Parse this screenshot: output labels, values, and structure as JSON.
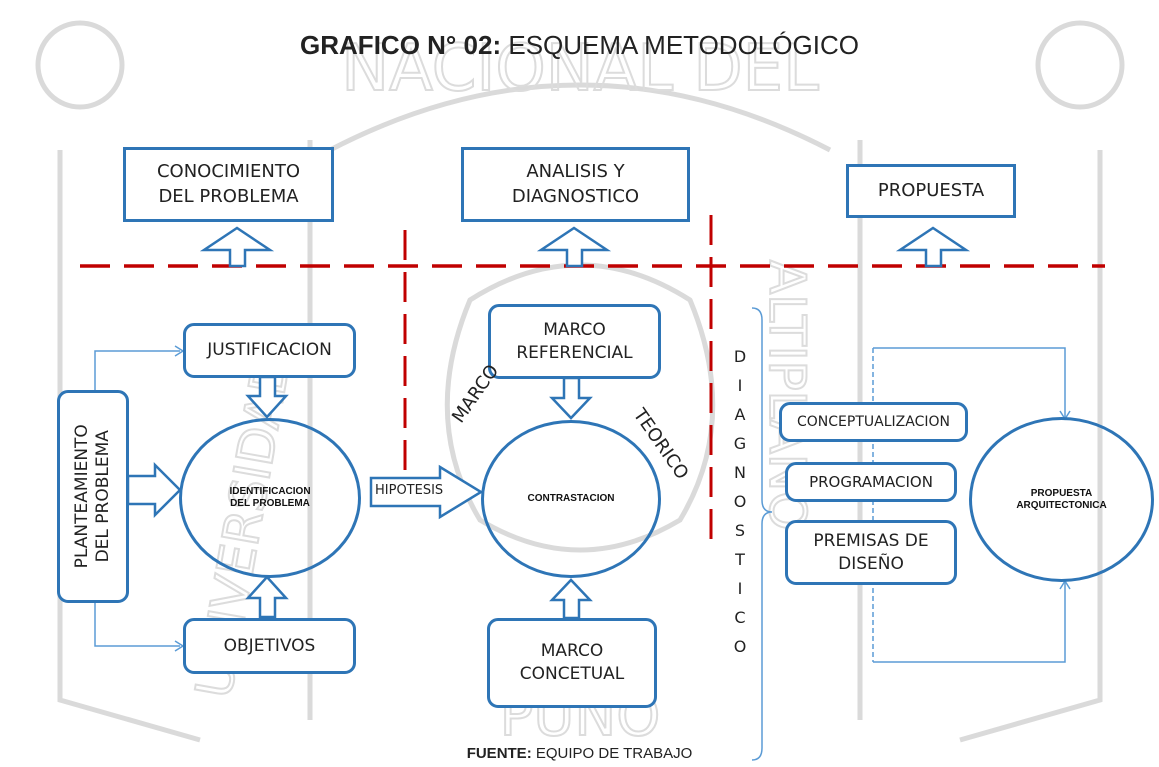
{
  "title": {
    "bold": "GRAFICO N° 02:",
    "rest": "ESQUEMA METODOLÓGICO"
  },
  "footer": {
    "bold": "FUENTE:",
    "rest": "EQUIPO DE TRABAJO"
  },
  "watermark_lines": [
    "NACIONAL DEL",
    "ALTIPLANO",
    "PUNO",
    "UNIVERSIDAD"
  ],
  "stages": [
    "CONOCIMIENTO DEL PROBLEMA",
    "ANALISIS Y DIAGNOSTICO",
    "PROPUESTA"
  ],
  "left": {
    "planteamiento": "PLANTEAMIENTO DEL PROBLEMA",
    "justificacion": "JUSTIFICACION",
    "identificacion": "IDENTIFICACION DEL PROBLEMA",
    "objetivos": "OBJETIVOS"
  },
  "middle": {
    "hipotesis": "HIPOTESIS",
    "marco_referencial": "MARCO REFERENCIAL",
    "contrastacion": "CONTRASTACION",
    "marco_conceptual": "MARCO CONCETUAL",
    "marco": "MARCO",
    "teorico": "TEORICO"
  },
  "right": {
    "diagnostico_letters": [
      "D",
      "I",
      "A",
      "G",
      "N",
      "O",
      "S",
      "T",
      "I",
      "C",
      "O"
    ],
    "conceptualizacion": "CONCEPTUALIZACION",
    "programacion": "PROGRAMACION",
    "premisas": "PREMISAS DE DISEÑO",
    "propuesta_arq": "PROPUESTA ARQUITECTONICA"
  },
  "colors": {
    "box_border": "#2e75b6",
    "dashed_line": "#c00000",
    "watermark": "#d9d9d9",
    "thin_connector": "#5b9bd5"
  }
}
